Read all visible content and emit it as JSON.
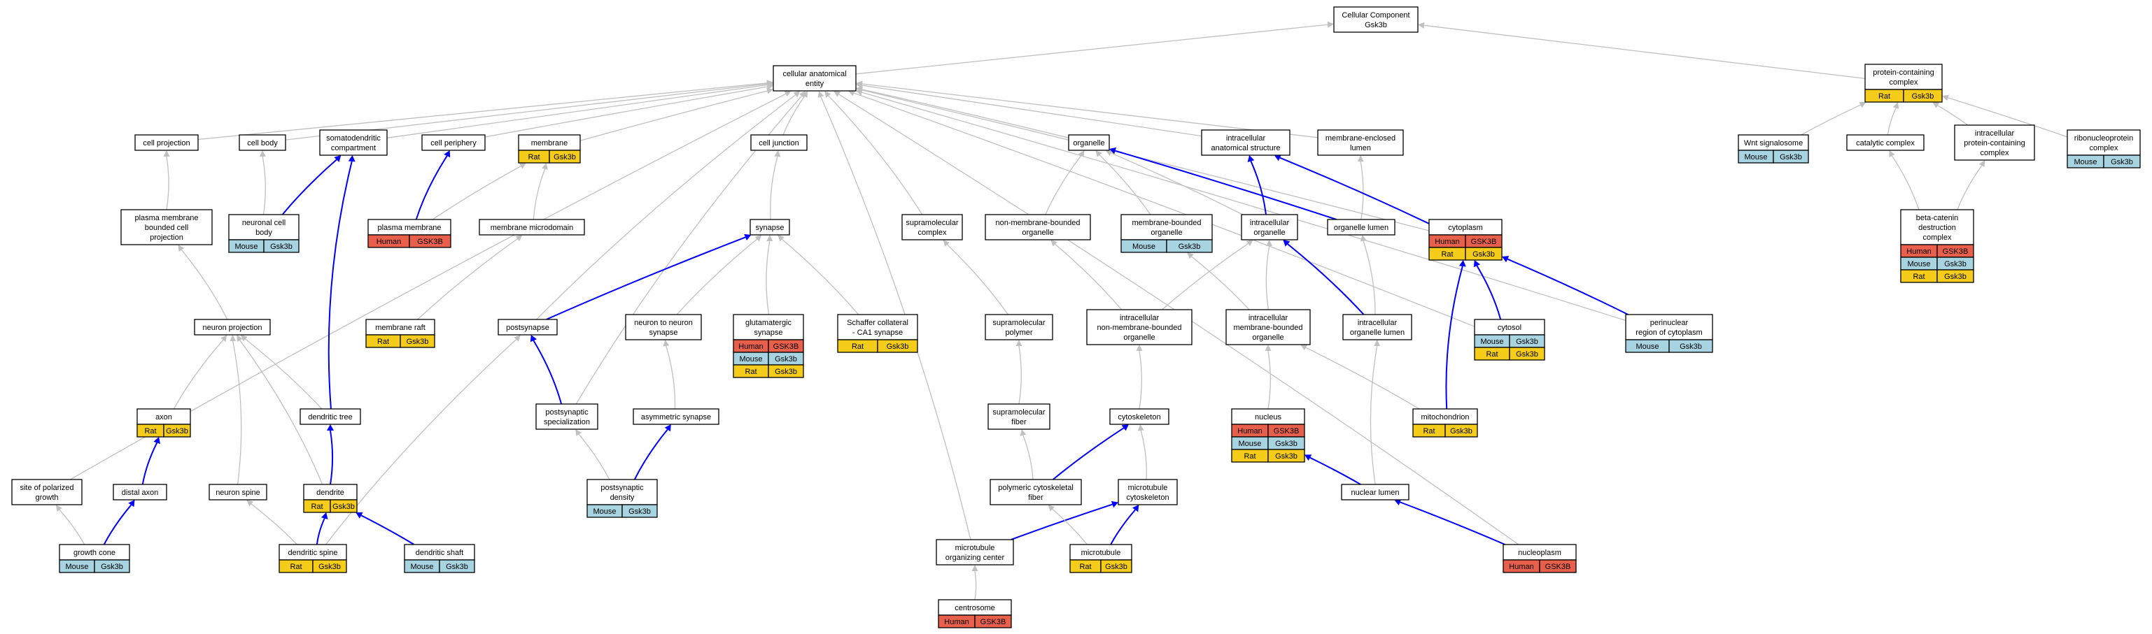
{
  "colors": {
    "human": "#e8604c",
    "mouse": "#a8d4e2",
    "rat": "#f5cc1a",
    "is_a_edge": "#c0c0c0",
    "part_of_edge": "#0000ff"
  },
  "nodes": [
    {
      "id": "root",
      "lines": [
        "Cellular Component",
        "Gsk3b"
      ],
      "badges": []
    },
    {
      "id": "cae",
      "lines": [
        "cellular anatomical",
        "entity"
      ],
      "badges": []
    },
    {
      "id": "pcc",
      "lines": [
        "protein-containing",
        "complex"
      ],
      "badges": [
        {
          "s": "Rat",
          "g": "Gsk3b"
        }
      ]
    },
    {
      "id": "cellproj",
      "lines": [
        "cell projection"
      ],
      "badges": []
    },
    {
      "id": "cellbody",
      "lines": [
        "cell body"
      ],
      "badges": []
    },
    {
      "id": "somato",
      "lines": [
        "somatodendritic",
        "compartment"
      ],
      "badges": []
    },
    {
      "id": "periph",
      "lines": [
        "cell periphery"
      ],
      "badges": []
    },
    {
      "id": "membrane",
      "lines": [
        "membrane"
      ],
      "badges": [
        {
          "s": "Rat",
          "g": "Gsk3b"
        }
      ]
    },
    {
      "id": "junction",
      "lines": [
        "cell junction"
      ],
      "badges": []
    },
    {
      "id": "organelle",
      "lines": [
        "organelle"
      ],
      "badges": []
    },
    {
      "id": "ias",
      "lines": [
        "intracellular",
        "anatomical structure"
      ],
      "badges": []
    },
    {
      "id": "mel",
      "lines": [
        "membrane-enclosed",
        "lumen"
      ],
      "badges": []
    },
    {
      "id": "wnt",
      "lines": [
        "Wnt signalosome"
      ],
      "badges": [
        {
          "s": "Mouse",
          "g": "Gsk3b"
        }
      ]
    },
    {
      "id": "catalytic",
      "lines": [
        "catalytic complex"
      ],
      "badges": []
    },
    {
      "id": "ipcc",
      "lines": [
        "intracellular",
        "protein-containing",
        "complex"
      ],
      "badges": []
    },
    {
      "id": "ribo",
      "lines": [
        "ribonucleoprotein",
        "complex"
      ],
      "badges": [
        {
          "s": "Mouse",
          "g": "Gsk3b"
        }
      ]
    },
    {
      "id": "pmbcp",
      "lines": [
        "plasma membrane",
        "bounded cell",
        "projection"
      ],
      "badges": []
    },
    {
      "id": "ncb",
      "lines": [
        "neuronal cell",
        "body"
      ],
      "badges": [
        {
          "s": "Mouse",
          "g": "Gsk3b"
        }
      ]
    },
    {
      "id": "pm",
      "lines": [
        "plasma membrane"
      ],
      "badges": [
        {
          "s": "Human",
          "g": "GSK3B"
        }
      ]
    },
    {
      "id": "mmd",
      "lines": [
        "membrane microdomain"
      ],
      "badges": []
    },
    {
      "id": "synapse",
      "lines": [
        "synapse"
      ],
      "badges": []
    },
    {
      "id": "supra",
      "lines": [
        "supramolecular",
        "complex"
      ],
      "badges": []
    },
    {
      "id": "nmbo",
      "lines": [
        "non-membrane-bounded",
        "organelle"
      ],
      "badges": []
    },
    {
      "id": "mbo",
      "lines": [
        "membrane-bounded",
        "organelle"
      ],
      "badges": [
        {
          "s": "Mouse",
          "g": "Gsk3b"
        }
      ]
    },
    {
      "id": "io",
      "lines": [
        "intracellular",
        "organelle"
      ],
      "badges": []
    },
    {
      "id": "olumen",
      "lines": [
        "organelle lumen"
      ],
      "badges": []
    },
    {
      "id": "cytoplasm",
      "lines": [
        "cytoplasm"
      ],
      "badges": [
        {
          "s": "Human",
          "g": "GSK3B"
        },
        {
          "s": "Rat",
          "g": "Gsk3b"
        }
      ]
    },
    {
      "id": "bcdc",
      "lines": [
        "beta-catenin",
        "destruction",
        "complex"
      ],
      "badges": [
        {
          "s": "Human",
          "g": "GSK3B"
        },
        {
          "s": "Mouse",
          "g": "Gsk3b"
        },
        {
          "s": "Rat",
          "g": "Gsk3b"
        }
      ]
    },
    {
      "id": "nproj",
      "lines": [
        "neuron projection"
      ],
      "badges": []
    },
    {
      "id": "mraft",
      "lines": [
        "membrane raft"
      ],
      "badges": [
        {
          "s": "Rat",
          "g": "Gsk3b"
        }
      ]
    },
    {
      "id": "postsyn",
      "lines": [
        "postsynapse"
      ],
      "badges": []
    },
    {
      "id": "n2n",
      "lines": [
        "neuron to neuron",
        "synapse"
      ],
      "badges": []
    },
    {
      "id": "glut",
      "lines": [
        "glutamatergic",
        "synapse"
      ],
      "badges": [
        {
          "s": "Human",
          "g": "GSK3B"
        },
        {
          "s": "Mouse",
          "g": "Gsk3b"
        },
        {
          "s": "Rat",
          "g": "Gsk3b"
        }
      ]
    },
    {
      "id": "schaffer",
      "lines": [
        "Schaffer collateral",
        "- CA1 synapse"
      ],
      "badges": [
        {
          "s": "Rat",
          "g": "Gsk3b"
        }
      ]
    },
    {
      "id": "smpoly",
      "lines": [
        "supramolecular",
        "polymer"
      ],
      "badges": []
    },
    {
      "id": "inmbo",
      "lines": [
        "intracellular",
        "non-membrane-bounded",
        "organelle"
      ],
      "badges": []
    },
    {
      "id": "imbo",
      "lines": [
        "intracellular",
        "membrane-bounded",
        "organelle"
      ],
      "badges": []
    },
    {
      "id": "iol",
      "lines": [
        "intracellular",
        "organelle lumen"
      ],
      "badges": []
    },
    {
      "id": "cytosol",
      "lines": [
        "cytosol"
      ],
      "badges": [
        {
          "s": "Mouse",
          "g": "Gsk3b"
        },
        {
          "s": "Rat",
          "g": "Gsk3b"
        }
      ]
    },
    {
      "id": "perinuc",
      "lines": [
        "perinuclear",
        "region of cytoplasm"
      ],
      "badges": [
        {
          "s": "Mouse",
          "g": "Gsk3b"
        }
      ]
    },
    {
      "id": "axon",
      "lines": [
        "axon"
      ],
      "badges": [
        {
          "s": "Rat",
          "g": "Gsk3b"
        }
      ]
    },
    {
      "id": "dtree",
      "lines": [
        "dendritic tree"
      ],
      "badges": []
    },
    {
      "id": "pss",
      "lines": [
        "postsynaptic",
        "specialization"
      ],
      "badges": []
    },
    {
      "id": "asym",
      "lines": [
        "asymmetric synapse"
      ],
      "badges": []
    },
    {
      "id": "smfiber",
      "lines": [
        "supramolecular",
        "fiber"
      ],
      "badges": []
    },
    {
      "id": "cytoskel",
      "lines": [
        "cytoskeleton"
      ],
      "badges": []
    },
    {
      "id": "nucleus",
      "lines": [
        "nucleus"
      ],
      "badges": [
        {
          "s": "Human",
          "g": "GSK3B"
        },
        {
          "s": "Mouse",
          "g": "Gsk3b"
        },
        {
          "s": "Rat",
          "g": "Gsk3b"
        }
      ]
    },
    {
      "id": "mito",
      "lines": [
        "mitochondrion"
      ],
      "badges": [
        {
          "s": "Rat",
          "g": "Gsk3b"
        }
      ]
    },
    {
      "id": "spg",
      "lines": [
        "site of polarized",
        "growth"
      ],
      "badges": []
    },
    {
      "id": "daxon",
      "lines": [
        "distal axon"
      ],
      "badges": []
    },
    {
      "id": "nspine",
      "lines": [
        "neuron spine"
      ],
      "badges": []
    },
    {
      "id": "dendrite",
      "lines": [
        "dendrite"
      ],
      "badges": [
        {
          "s": "Rat",
          "g": "Gsk3b"
        }
      ]
    },
    {
      "id": "psd",
      "lines": [
        "postsynaptic",
        "density"
      ],
      "badges": [
        {
          "s": "Mouse",
          "g": "Gsk3b"
        }
      ]
    },
    {
      "id": "pcf",
      "lines": [
        "polymeric cytoskeletal",
        "fiber"
      ],
      "badges": []
    },
    {
      "id": "mtcs",
      "lines": [
        "microtubule",
        "cytoskeleton"
      ],
      "badges": []
    },
    {
      "id": "nlumen",
      "lines": [
        "nuclear lumen"
      ],
      "badges": []
    },
    {
      "id": "gcone",
      "lines": [
        "growth cone"
      ],
      "badges": [
        {
          "s": "Mouse",
          "g": "Gsk3b"
        }
      ]
    },
    {
      "id": "dspine",
      "lines": [
        "dendritic spine"
      ],
      "badges": [
        {
          "s": "Rat",
          "g": "Gsk3b"
        }
      ]
    },
    {
      "id": "dshaft",
      "lines": [
        "dendritic shaft"
      ],
      "badges": [
        {
          "s": "Mouse",
          "g": "Gsk3b"
        }
      ]
    },
    {
      "id": "mtoc",
      "lines": [
        "microtubule",
        "organizing center"
      ],
      "badges": []
    },
    {
      "id": "mt",
      "lines": [
        "microtubule"
      ],
      "badges": [
        {
          "s": "Rat",
          "g": "Gsk3b"
        }
      ]
    },
    {
      "id": "nucleoplasm",
      "lines": [
        "nucleoplasm"
      ],
      "badges": [
        {
          "s": "Human",
          "g": "GSK3B"
        }
      ]
    },
    {
      "id": "centrosome",
      "lines": [
        "centrosome"
      ],
      "badges": [
        {
          "s": "Human",
          "g": "GSK3B"
        }
      ]
    }
  ],
  "edges": [
    {
      "from": "cae",
      "to": "root",
      "t": "is_a"
    },
    {
      "from": "pcc",
      "to": "root",
      "t": "is_a"
    },
    {
      "from": "cellproj",
      "to": "cae",
      "t": "is_a"
    },
    {
      "from": "cellbody",
      "to": "cae",
      "t": "is_a"
    },
    {
      "from": "somato",
      "to": "cae",
      "t": "is_a"
    },
    {
      "from": "periph",
      "to": "cae",
      "t": "is_a"
    },
    {
      "from": "membrane",
      "to": "cae",
      "t": "is_a"
    },
    {
      "from": "junction",
      "to": "cae",
      "t": "is_a"
    },
    {
      "from": "organelle",
      "to": "cae",
      "t": "is_a"
    },
    {
      "from": "ias",
      "to": "cae",
      "t": "is_a"
    },
    {
      "from": "mel",
      "to": "cae",
      "t": "is_a"
    },
    {
      "from": "supra",
      "to": "cae",
      "t": "is_a"
    },
    {
      "from": "cytoplasm",
      "to": "cae",
      "t": "is_a"
    },
    {
      "from": "cytosol",
      "to": "cae",
      "t": "is_a"
    },
    {
      "from": "perinuc",
      "to": "cae",
      "t": "is_a"
    },
    {
      "from": "nucleoplasm",
      "to": "cae",
      "t": "is_a"
    },
    {
      "from": "spg",
      "to": "cae",
      "t": "is_a"
    },
    {
      "from": "postsyn",
      "to": "cae",
      "t": "is_a"
    },
    {
      "from": "pss",
      "to": "cae",
      "t": "is_a"
    },
    {
      "from": "mtoc",
      "to": "cae",
      "t": "is_a"
    },
    {
      "from": "catalytic",
      "to": "pcc",
      "t": "is_a"
    },
    {
      "from": "ipcc",
      "to": "pcc",
      "t": "is_a"
    },
    {
      "from": "wnt",
      "to": "pcc",
      "t": "is_a"
    },
    {
      "from": "ribo",
      "to": "pcc",
      "t": "is_a"
    },
    {
      "from": "bcdc",
      "to": "catalytic",
      "t": "is_a"
    },
    {
      "from": "bcdc",
      "to": "ipcc",
      "t": "is_a"
    },
    {
      "from": "pmbcp",
      "to": "cellproj",
      "t": "is_a"
    },
    {
      "from": "ncb",
      "to": "cellbody",
      "t": "is_a"
    },
    {
      "from": "ncb",
      "to": "somato",
      "t": "part_of"
    },
    {
      "from": "pm",
      "to": "periph",
      "t": "part_of"
    },
    {
      "from": "pm",
      "to": "membrane",
      "t": "is_a"
    },
    {
      "from": "mmd",
      "to": "membrane",
      "t": "is_a"
    },
    {
      "from": "mraft",
      "to": "mmd",
      "t": "is_a"
    },
    {
      "from": "synapse",
      "to": "junction",
      "t": "is_a"
    },
    {
      "from": "nmbo",
      "to": "organelle",
      "t": "is_a"
    },
    {
      "from": "mbo",
      "to": "organelle",
      "t": "is_a"
    },
    {
      "from": "io",
      "to": "organelle",
      "t": "is_a"
    },
    {
      "from": "io",
      "to": "ias",
      "t": "part_of"
    },
    {
      "from": "olumen",
      "to": "organelle",
      "t": "part_of"
    },
    {
      "from": "olumen",
      "to": "mel",
      "t": "is_a"
    },
    {
      "from": "cytoplasm",
      "to": "ias",
      "t": "part_of"
    },
    {
      "from": "nproj",
      "to": "pmbcp",
      "t": "is_a"
    },
    {
      "from": "postsyn",
      "to": "synapse",
      "t": "part_of"
    },
    {
      "from": "n2n",
      "to": "synapse",
      "t": "is_a"
    },
    {
      "from": "glut",
      "to": "synapse",
      "t": "is_a"
    },
    {
      "from": "schaffer",
      "to": "synapse",
      "t": "is_a"
    },
    {
      "from": "smpoly",
      "to": "supra",
      "t": "is_a"
    },
    {
      "from": "inmbo",
      "to": "nmbo",
      "t": "is_a"
    },
    {
      "from": "inmbo",
      "to": "io",
      "t": "is_a"
    },
    {
      "from": "imbo",
      "to": "mbo",
      "t": "is_a"
    },
    {
      "from": "imbo",
      "to": "io",
      "t": "is_a"
    },
    {
      "from": "iol",
      "to": "io",
      "t": "part_of"
    },
    {
      "from": "iol",
      "to": "olumen",
      "t": "is_a"
    },
    {
      "from": "cytosol",
      "to": "cytoplasm",
      "t": "part_of"
    },
    {
      "from": "perinuc",
      "to": "cytoplasm",
      "t": "part_of"
    },
    {
      "from": "mito",
      "to": "cytoplasm",
      "t": "part_of"
    },
    {
      "from": "mito",
      "to": "imbo",
      "t": "is_a"
    },
    {
      "from": "axon",
      "to": "nproj",
      "t": "is_a"
    },
    {
      "from": "dtree",
      "to": "nproj",
      "t": "is_a"
    },
    {
      "from": "dtree",
      "to": "somato",
      "t": "part_of"
    },
    {
      "from": "pss",
      "to": "postsyn",
      "t": "part_of"
    },
    {
      "from": "asym",
      "to": "n2n",
      "t": "is_a"
    },
    {
      "from": "smfiber",
      "to": "smpoly",
      "t": "is_a"
    },
    {
      "from": "cytoskel",
      "to": "inmbo",
      "t": "is_a"
    },
    {
      "from": "nucleus",
      "to": "imbo",
      "t": "is_a"
    },
    {
      "from": "daxon",
      "to": "axon",
      "t": "part_of"
    },
    {
      "from": "nspine",
      "to": "nproj",
      "t": "is_a"
    },
    {
      "from": "dendrite",
      "to": "dtree",
      "t": "part_of"
    },
    {
      "from": "dendrite",
      "to": "nproj",
      "t": "is_a"
    },
    {
      "from": "psd",
      "to": "pss",
      "t": "is_a"
    },
    {
      "from": "psd",
      "to": "asym",
      "t": "part_of"
    },
    {
      "from": "pcf",
      "to": "smfiber",
      "t": "is_a"
    },
    {
      "from": "pcf",
      "to": "cytoskel",
      "t": "part_of"
    },
    {
      "from": "mtcs",
      "to": "cytoskel",
      "t": "is_a"
    },
    {
      "from": "nlumen",
      "to": "nucleus",
      "t": "part_of"
    },
    {
      "from": "nlumen",
      "to": "iol",
      "t": "is_a"
    },
    {
      "from": "gcone",
      "to": "daxon",
      "t": "part_of"
    },
    {
      "from": "gcone",
      "to": "spg",
      "t": "is_a"
    },
    {
      "from": "dspine",
      "to": "dendrite",
      "t": "part_of"
    },
    {
      "from": "dspine",
      "to": "nspine",
      "t": "is_a"
    },
    {
      "from": "dspine",
      "to": "postsyn",
      "t": "is_a"
    },
    {
      "from": "dshaft",
      "to": "dendrite",
      "t": "part_of"
    },
    {
      "from": "mtoc",
      "to": "mtcs",
      "t": "part_of"
    },
    {
      "from": "mt",
      "to": "pcf",
      "t": "is_a"
    },
    {
      "from": "mt",
      "to": "mtcs",
      "t": "part_of"
    },
    {
      "from": "nucleoplasm",
      "to": "nlumen",
      "t": "part_of"
    },
    {
      "from": "centrosome",
      "to": "mtoc",
      "t": "is_a"
    }
  ]
}
